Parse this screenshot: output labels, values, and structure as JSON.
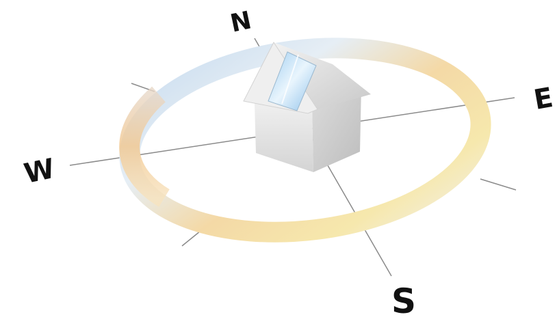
{
  "compass": {
    "north": "N",
    "south": "S",
    "east": "E",
    "west": "W"
  },
  "colors": {
    "ring_cool": "#c9def0",
    "ring_warm": "#f3c788",
    "ring_yellow": "#f5e7a2",
    "axis_line": "#8a8a8a",
    "solar_panel": "#b6dcf6",
    "house_wall": "#e6e6e6",
    "label": "#111111"
  }
}
